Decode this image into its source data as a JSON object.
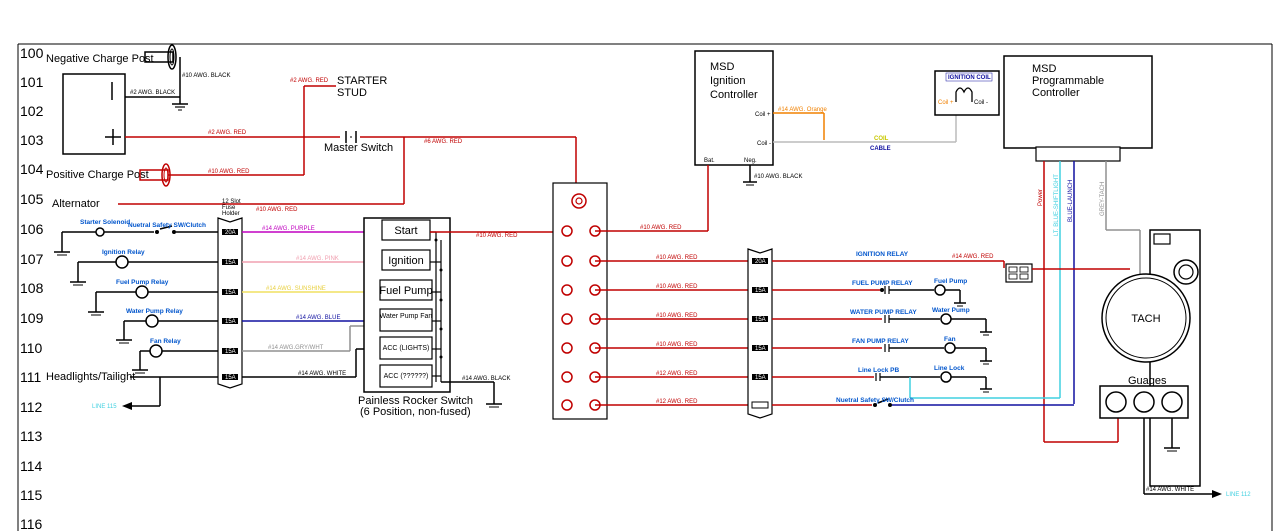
{
  "line_numbers": [
    "100",
    "101",
    "102",
    "103",
    "104",
    "105",
    "106",
    "107",
    "108",
    "109",
    "110",
    "111",
    "112",
    "113",
    "114",
    "115",
    "116"
  ],
  "left_labels": {
    "negative_post": "Negative Charge Post",
    "positive_post": "Positive Charge Post",
    "alternator": "Alternator",
    "headlights": "Headlights/Tailight",
    "line_ref_left": "LINE 115"
  },
  "top_labels": {
    "starter_stud_1": "STARTER",
    "starter_stud_2": "STUD",
    "master_switch": "Master Switch"
  },
  "wire_labels": {
    "w_2black_top": "#10 AWG. BLACK",
    "w_2black_batt": "#2 AWG. BLACK",
    "w_2red_starter": "#2 AWG. RED",
    "w_2red_103": "#2 AWG. RED",
    "w_6red": "#6 AWG. RED",
    "w_10red_104": "#10 AWG. RED",
    "w_10red_105": "#10 AWG. RED",
    "w_14purple": "#14 AWG. PURPLE",
    "w_14pink": "#14 AWG. PINK",
    "w_14yellow": "#14 AWG. SUNSHINE",
    "w_14blue": "#14 AWG. BLUE",
    "w_14grywht": "#14 AWG.GRY/WHT",
    "w_14white": "#14 AWG. WHITE",
    "w_14black_sw": "#14 AWG. BLACK",
    "w_10red_sw": "#10 AWG. RED",
    "w_10red_msd": "#10 AWG. RED",
    "w_10black_msd": "#10 AWG. BLACK",
    "w_14orange": "#14 AWG. Orange",
    "coil_cable_1": "COIL",
    "coil_cable_2": "CABLE",
    "w_10red_r1": "#10 AWG. RED",
    "w_10red_r2": "#10 AWG. RED",
    "w_10red_r3": "#10 AWG. RED",
    "w_10red_r4": "#10 AWG. RED",
    "w_12red_r5": "#12 AWG. RED",
    "w_12red_r6": "#12 AWG. RED",
    "w_14red_relay": "#14 AWG. RED",
    "w_14white_tach": "#14 AWG. WHITE",
    "line_ref_right": "LINE 112",
    "power": "Power",
    "lt_blue": "LT. BLUE-SHIFTLIGHT",
    "blue_launch": "BLUE-LAUNCH",
    "grey_tach": "GREY-TACH"
  },
  "left_components": [
    "Starter Solenoid",
    "Nuetral Safety SW/Clutch",
    "Ignition Relay",
    "Fuel Pump Relay",
    "Water Pump Relay",
    "Fan Relay"
  ],
  "fuse_block": {
    "title_1": "12 Slot",
    "title_2": "Fuse",
    "title_3": "Holder",
    "slots": [
      "20A",
      "15A",
      "15A",
      "15A",
      "15A",
      "15A"
    ]
  },
  "rocker_switch": {
    "buttons": [
      "Start",
      "Ignition",
      "Fuel Pump",
      "Water Pump Fan",
      "ACC (LIGHTS)",
      "ACC (??????)"
    ],
    "caption_1": "Painless Rocker Switch",
    "caption_2": "(6 Position, non-fused)"
  },
  "msd_ignition": {
    "title_1": "MSD",
    "title_2": "Ignition",
    "title_3": "Controller",
    "coil_plus": "Coil +",
    "coil_minus": "Coil -",
    "bat": "Bat.",
    "neg": "Neg."
  },
  "ignition_coil": {
    "title": "IGNITION COIL",
    "coil_plus": "Coil +",
    "coil_minus": "Coil -"
  },
  "msd_programmable": {
    "title_1": "MSD",
    "title_2": "Programmable",
    "title_3": "Controller"
  },
  "right_components": {
    "ignition_relay": "IGNITION RELAY",
    "fuel_pump_relay": "FUEL PUMP RELAY",
    "fuel_pump": "Fuel Pump",
    "water_pump_relay": "WATER PUMP RELAY",
    "water_pump": "Water Pump",
    "fan_pump_relay": "FAN PUMP RELAY",
    "fan": "Fan",
    "line_lock_pb": "Line Lock PB",
    "line_lock": "Line Lock",
    "neutral_safety": "Nuetral Safety SW/Clutch"
  },
  "right_fuse_slots": [
    "20A",
    "15A",
    "15A",
    "15A",
    "15A",
    ""
  ],
  "tach": "TACH",
  "gauges": "Guages",
  "colors": {
    "red": "#c00000",
    "black": "#000000",
    "purple": "#c000c0",
    "pink": "#f0a0b0",
    "yellow": "#f0e060",
    "blue": "#1010a0",
    "grey": "#909090",
    "orange": "#f08000",
    "cyan": "#40d0e0",
    "label_blue": "#0055cc"
  }
}
